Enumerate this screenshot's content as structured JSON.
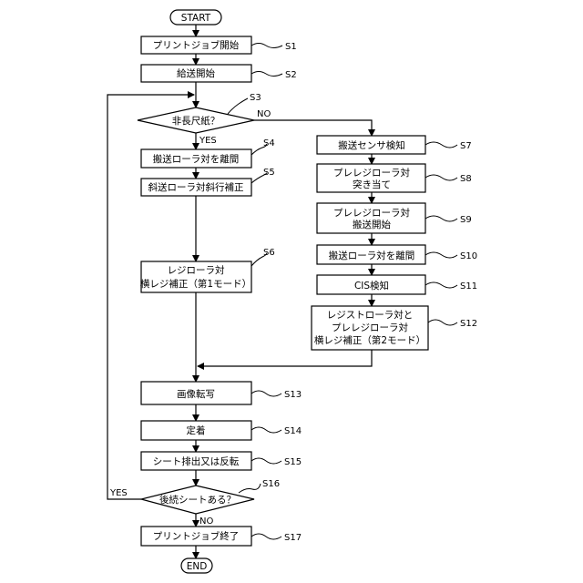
{
  "nodes": {
    "start": "START",
    "s1": "プリントジョブ開始",
    "s2": "給送開始",
    "s3": "非長尺紙？",
    "s4": "搬送ローラ対を離間",
    "s5": "斜送ローラ対斜行補正",
    "s6": [
      "レジローラ対",
      "横レジ補正（第1モード）"
    ],
    "s7": "搬送センサ検知",
    "s8": [
      "プレレジローラ対",
      "突き当て"
    ],
    "s9": [
      "プレレジローラ対",
      "搬送開始"
    ],
    "s10": "搬送ローラ対を離間",
    "s11": "CIS検知",
    "s12": [
      "レジストローラ対と",
      "プレレジローラ対",
      "横レジ補正（第2モード）"
    ],
    "s13": "画像転写",
    "s14": "定着",
    "s15": "シート排出又は反転",
    "s16": "後続シートある？",
    "s17": "プリントジョブ終了",
    "end": "END"
  },
  "step_labels": {
    "s1": "S1",
    "s2": "S2",
    "s3": "S3",
    "s4": "S4",
    "s5": "S5",
    "s6": "S6",
    "s7": "S7",
    "s8": "S8",
    "s9": "S9",
    "s10": "S10",
    "s11": "S11",
    "s12": "S12",
    "s13": "S13",
    "s14": "S14",
    "s15": "S15",
    "s16": "S16",
    "s17": "S17"
  },
  "branch_labels": {
    "s3_yes": "YES",
    "s3_no": "NO",
    "s16_yes": "YES",
    "s16_no": "NO"
  }
}
